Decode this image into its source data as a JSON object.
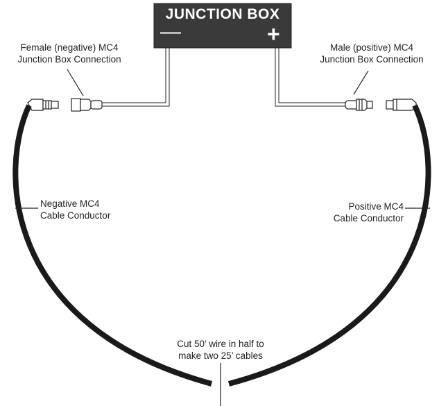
{
  "junction_box": {
    "title": "JUNCTION BOX",
    "negative_symbol": "—",
    "positive_symbol": "+"
  },
  "labels": {
    "female_connection": [
      "Female (negative) MC4",
      "Junction Box Connection"
    ],
    "male_connection": [
      "Male (positive) MC4",
      "Junction Box Connection"
    ],
    "negative_cable": [
      "Negative MC4",
      "Cable Conductor"
    ],
    "positive_cable": [
      "Positive MC4",
      "Cable Conductor"
    ],
    "cut_note": [
      "Cut 50’ wire in half to",
      "make two 25’ cables"
    ]
  },
  "colors": {
    "box_fill": "#3a3a3a",
    "cable": "#1a1a1a",
    "outline": "#222222"
  }
}
